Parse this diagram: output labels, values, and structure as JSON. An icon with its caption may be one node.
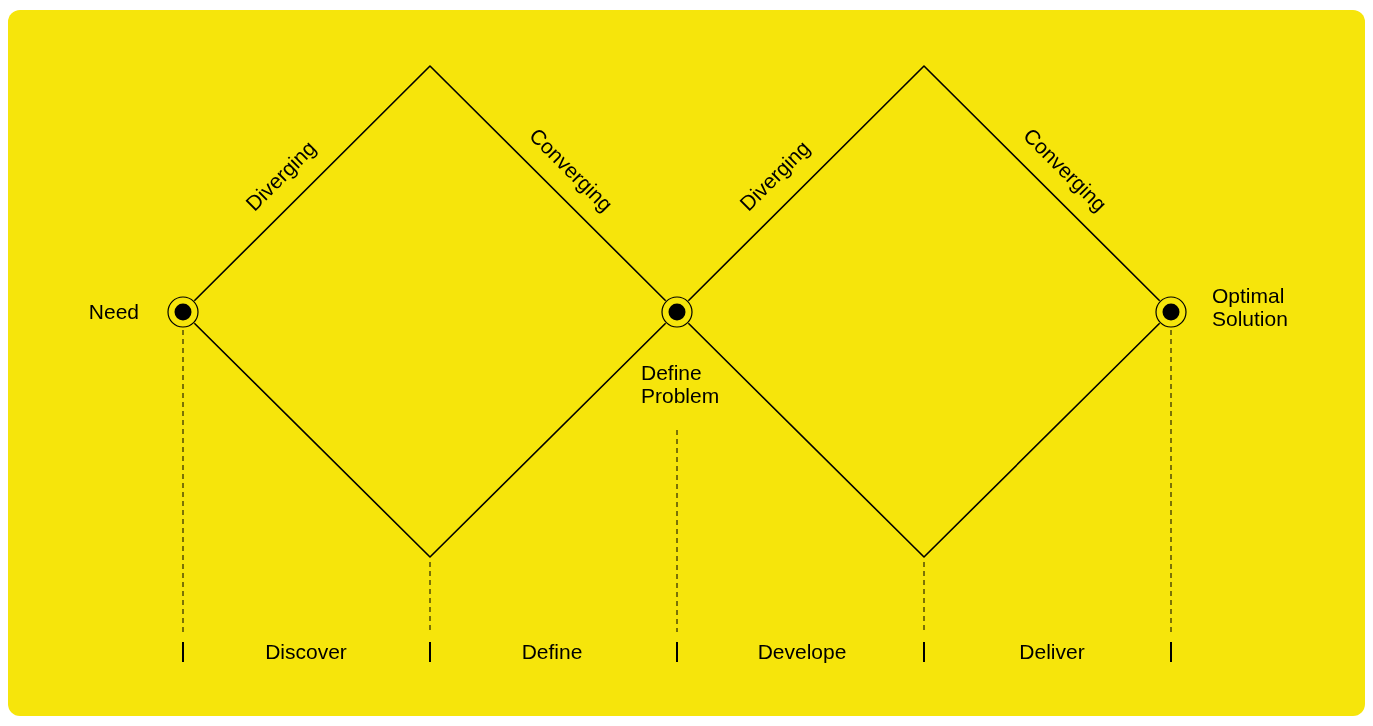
{
  "diagram": {
    "nodes": [
      {
        "text": [],
        "shape": "circle",
        "beside": [
          "Need"
        ]
      },
      {
        "text": [],
        "shape": "circle",
        "beside": [
          "Define Problem"
        ]
      },
      {
        "text": [],
        "shape": "circle",
        "beside": [
          "Optimal Solution"
        ]
      }
    ],
    "edges": [
      {
        "from": 0,
        "to": 1,
        "arrow": "none"
      },
      {
        "from": 0,
        "to": 1,
        "arrow": "none"
      },
      {
        "from": 1,
        "to": 2,
        "arrow": "none"
      },
      {
        "from": 1,
        "to": 2,
        "arrow": "none"
      }
    ],
    "labels": [
      "Diverging",
      "Converging",
      "Diverging",
      "Converging",
      "Discover",
      "Define",
      "Develope",
      "Deliver"
    ]
  }
}
